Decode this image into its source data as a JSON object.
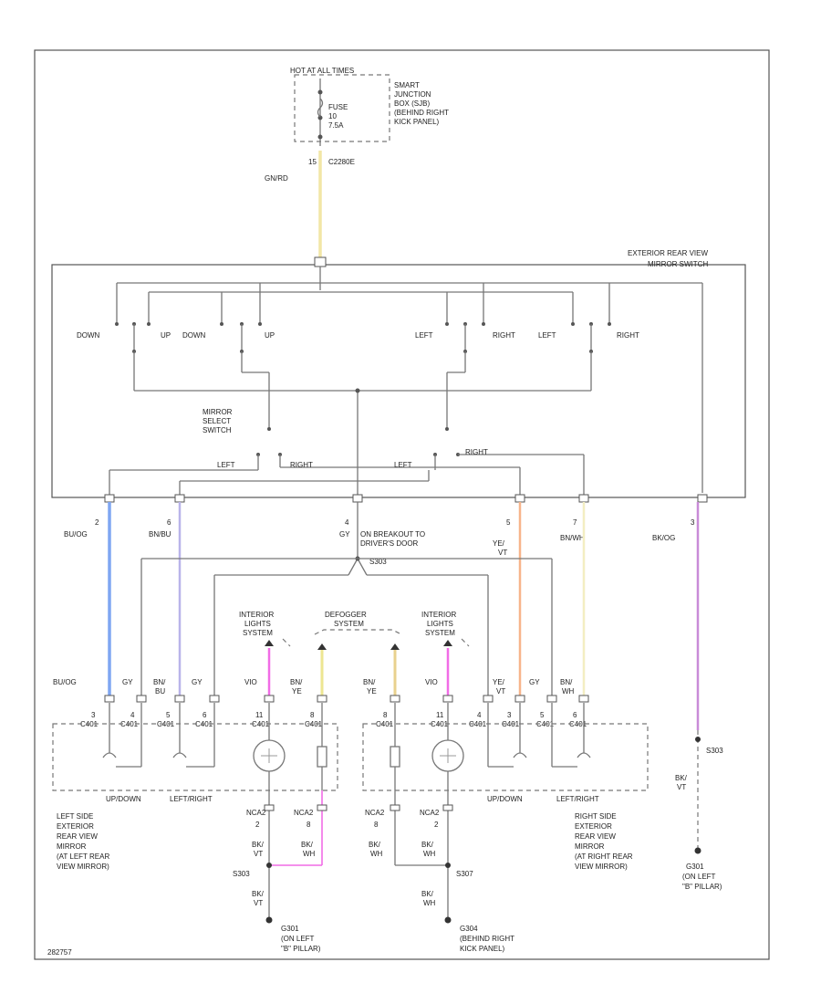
{
  "labels": {
    "hot_at_all_times": "HOT AT ALL TIMES",
    "smart_junction_box": [
      "SMART",
      "JUNCTION",
      "BOX (SJB)",
      "(BEHIND RIGHT",
      "KICK PANEL)"
    ],
    "fuse": [
      "FUSE",
      "10",
      "7.5A"
    ],
    "c2280e_pin": "15",
    "c2280e": "C2280E",
    "gn_rd": "GN/RD",
    "ext_mirror_switch": [
      "EXTERIOR REAR VIEW",
      "MIRROR SWITCH"
    ],
    "sw_down_l": "DOWN",
    "sw_up_l": "UP",
    "sw_down2_l": "DOWN",
    "sw_up2_l": "UP",
    "sw_left_r": "LEFT",
    "sw_right_r": "RIGHT",
    "sw_left2_r": "LEFT",
    "sw_right2_r": "RIGHT",
    "mirror_select": [
      "MIRROR",
      "SELECT",
      "SWITCH"
    ],
    "sel_left_1": "LEFT",
    "sel_right_1": "RIGHT",
    "sel_left_2": "LEFT",
    "sel_right_2": "RIGHT",
    "conn_pins": [
      "2",
      "6",
      "4",
      "5",
      "7",
      "3"
    ],
    "wire_bu_og": "BU/OG",
    "wire_bn_bu": "BN/BU",
    "wire_gy": "GY",
    "breakout": [
      "ON BREAKOUT TO",
      "DRIVER'S DOOR"
    ],
    "s303": "S303",
    "wire_ye": [
      "YE/",
      "VT"
    ],
    "wire_bn_wh": "BN/WH",
    "wire_bk_og": "BK/OG",
    "interior_lights_1": [
      "INTERIOR",
      "LIGHTS",
      "SYSTEM"
    ],
    "defogger": [
      "DEFOGGER",
      "SYSTEM"
    ],
    "interior_lights_2": [
      "INTERIOR",
      "LIGHTS",
      "SYSTEM"
    ],
    "lower_wires_left": [
      "BU/OG",
      "GY",
      "BN/",
      "BU",
      "GY",
      "VIO",
      "BN/",
      "YE"
    ],
    "lower_wires_right": [
      "BN/",
      "YE",
      "VIO",
      "YE/",
      "VT",
      "GY",
      "BN/",
      "WH"
    ],
    "pins_left": [
      "3",
      "4",
      "5",
      "6",
      "11",
      "8"
    ],
    "pins_right": [
      "8",
      "11",
      "4",
      "3",
      "5",
      "6"
    ],
    "conn_code": "C401",
    "up_down_l": "UP/DOWN",
    "left_right_l": "LEFT/RIGHT",
    "up_down_r": "UP/DOWN",
    "left_right_r": "LEFT/RIGHT",
    "left_mirror": [
      "LEFT SIDE",
      "EXTERIOR",
      "REAR VIEW",
      "MIRROR",
      "(AT LEFT REAR",
      "VIEW MIRROR)"
    ],
    "right_mirror": [
      "RIGHT SIDE",
      "EXTERIOR",
      "REAR VIEW",
      "MIRROR",
      "(AT RIGHT REAR",
      "VIEW MIRROR)"
    ],
    "c401_bottom_l": [
      "NCA2",
      "2",
      "BK/",
      "VT"
    ],
    "c401_bottom_l2": [
      "NCA2",
      "8",
      "BK/",
      "WH"
    ],
    "c401_bottom_r": [
      "NCA2",
      "8",
      "BK/",
      "WH"
    ],
    "c401_bottom_r2": [
      "NCA2",
      "2",
      "BK/",
      "WH"
    ],
    "s303b": "S303",
    "bk_vt_l": [
      "BK/",
      "VT"
    ],
    "g301": [
      "G301",
      "(ON LEFT",
      "\"B\" PILLAR)"
    ],
    "s307": "S307",
    "bk_wh_r": [
      "BK/",
      "WH"
    ],
    "g304": [
      "G304",
      "(BEHIND RIGHT",
      "KICK PANEL)"
    ],
    "s303c": "S303",
    "bk_vt_far": [
      "BK/",
      "VT"
    ],
    "g301_far": [
      "G301",
      "(ON LEFT",
      "\"B\" PILLAR)"
    ],
    "code": "282757"
  },
  "colors": {
    "gn_rd": "#f2e6a6",
    "bu_og": "#7fa6f2",
    "bn_bu": "#b9b4ea",
    "ye_vt": "#f7b48a",
    "bn_wh": "#f3eec2",
    "bk_og": "#c98bd8",
    "vio": "#f16ce6",
    "bn_ye": "#ede692"
  }
}
